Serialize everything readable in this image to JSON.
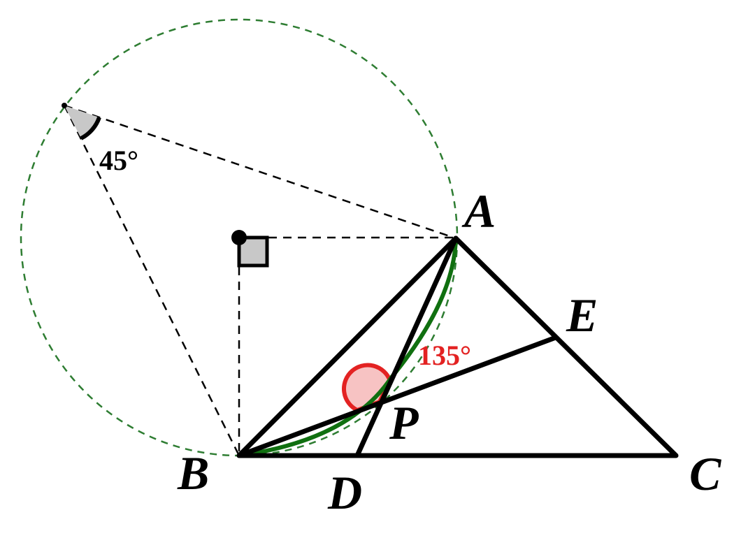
{
  "points": {
    "A": "A",
    "B": "B",
    "C": "C",
    "D": "D",
    "E": "E",
    "P": "P"
  },
  "angles": {
    "inscribed": "45°",
    "at_p": "135°"
  },
  "colors": {
    "stroke": "#000000",
    "circle": "#2e7d32",
    "arc_bp_a": "#107010",
    "angle_red": "#e32222",
    "angle_red_fill": "#f7c3c3",
    "angle_gray_fill": "#c8c8c8"
  }
}
